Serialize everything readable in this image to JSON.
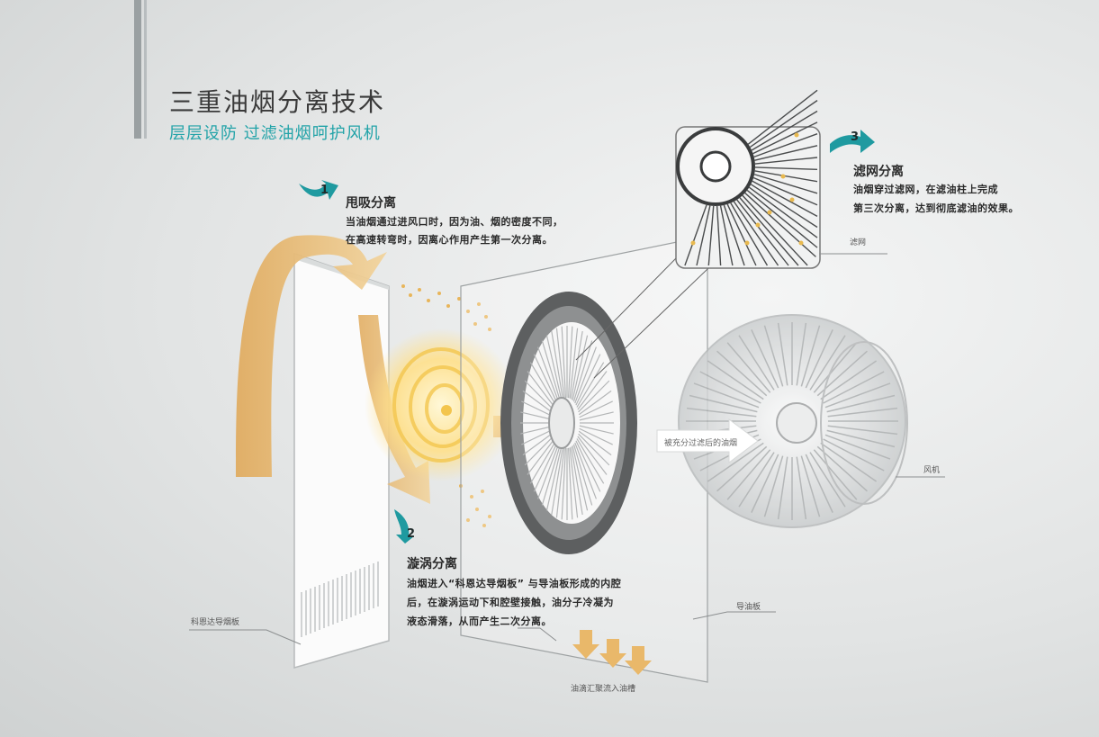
{
  "title": "三重油烟分离技术",
  "subtitle": "层层设防 过滤油烟呵护风机",
  "stages": [
    {
      "number": "1",
      "heading": "甩吸分离",
      "lines": [
        "当油烟通过进风口时，因为油、烟的密度不同，",
        "在高速转弯时，因离心作用产生第一次分离。"
      ]
    },
    {
      "number": "2",
      "heading": "漩涡分离",
      "lines": [
        "油烟进入“科恩达导烟板” 与导油板形成的内腔",
        "后，在漩涡运动下和腔壁接触，油分子冷凝为",
        "液态滑落，从而产生二次分离。"
      ]
    },
    {
      "number": "3",
      "heading": "滤网分离",
      "lines": [
        "油烟穿过滤网，在滤油柱上完成",
        "第三次分离，达到彻底滤油的效果。"
      ]
    }
  ],
  "labels": {
    "filter": "滤网",
    "fan": "风机",
    "guide_board": "科恩达导烟板",
    "oil_plate": "导油板",
    "oil_drain": "油滴汇聚流入油槽",
    "filtered_smoke": "被充分过滤后的油烟"
  },
  "colors": {
    "accent": "#22a3a8",
    "arrow": "#e7b96a",
    "text": "#2a2a2a"
  }
}
